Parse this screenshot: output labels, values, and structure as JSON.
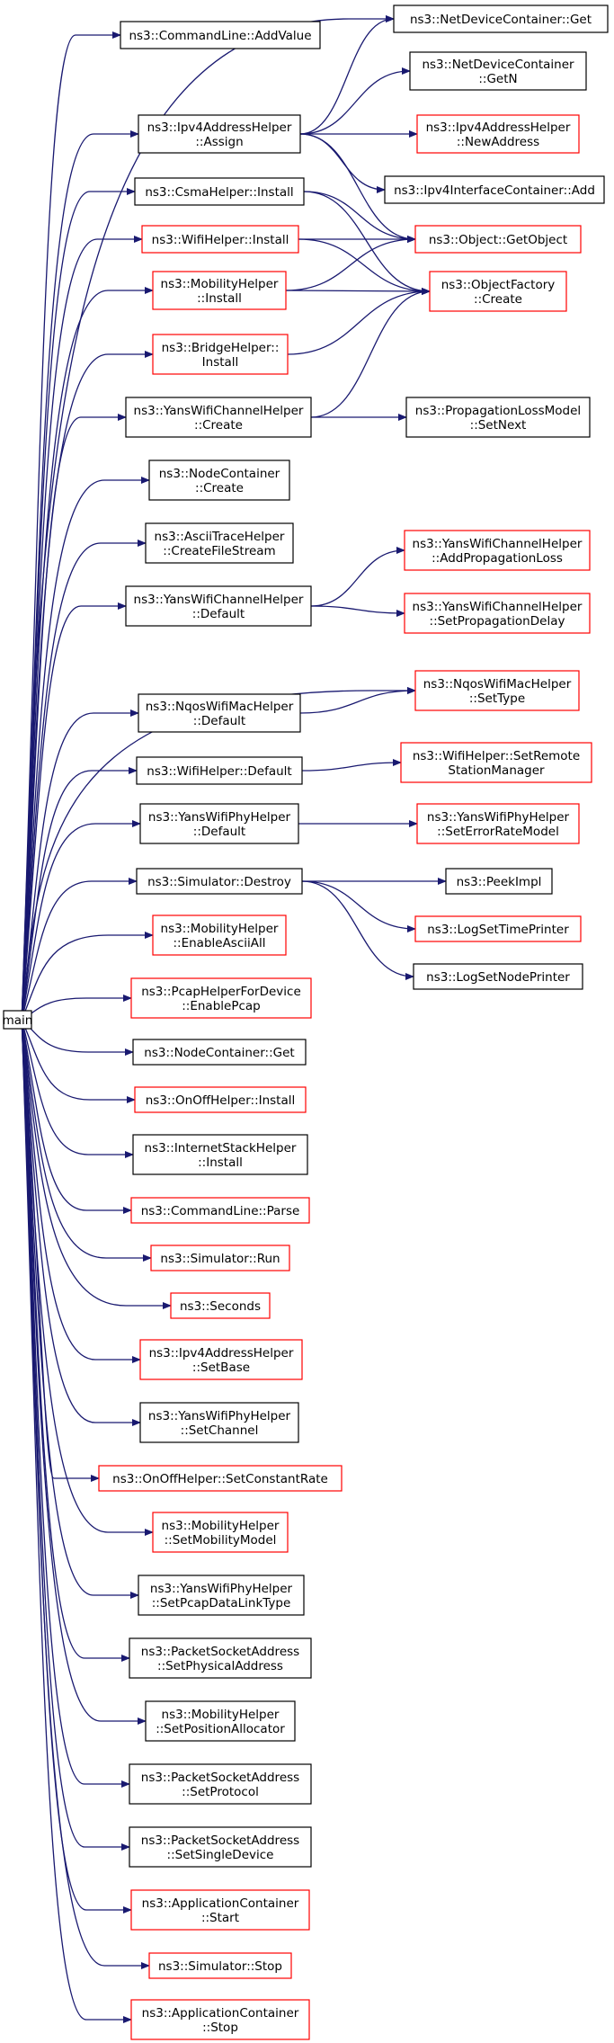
{
  "colors": {
    "edge": "#191970",
    "black_border": "#000000",
    "red_border": "#ff0000",
    "root_fill": "#bfbfbf"
  },
  "root": {
    "id": "main",
    "lines": [
      "main"
    ]
  },
  "nodes": [
    {
      "id": "cl_addvalue",
      "lines": [
        "ns3::CommandLine::AddValue"
      ],
      "border": "black"
    },
    {
      "id": "ndc_get",
      "lines": [
        "ns3::NetDeviceContainer::Get"
      ],
      "border": "black"
    },
    {
      "id": "ndc_getn",
      "lines": [
        "ns3::NetDeviceContainer",
        "::GetN"
      ],
      "border": "black"
    },
    {
      "id": "ipv4_assign",
      "lines": [
        "ns3::Ipv4AddressHelper",
        "::Assign"
      ],
      "border": "black"
    },
    {
      "id": "ipv4_newaddr",
      "lines": [
        "ns3::Ipv4AddressHelper",
        "::NewAddress"
      ],
      "border": "red"
    },
    {
      "id": "ipv4ic_add",
      "lines": [
        "ns3::Ipv4InterfaceContainer::Add"
      ],
      "border": "black"
    },
    {
      "id": "csma_install",
      "lines": [
        "ns3::CsmaHelper::Install"
      ],
      "border": "black"
    },
    {
      "id": "obj_getobject",
      "lines": [
        "ns3::Object::GetObject"
      ],
      "border": "red"
    },
    {
      "id": "wifi_install",
      "lines": [
        "ns3::WifiHelper::Install"
      ],
      "border": "red"
    },
    {
      "id": "objfactory_create",
      "lines": [
        "ns3::ObjectFactory",
        "::Create"
      ],
      "border": "red"
    },
    {
      "id": "mob_install",
      "lines": [
        "ns3::MobilityHelper",
        "::Install"
      ],
      "border": "red"
    },
    {
      "id": "bridge_install",
      "lines": [
        "ns3::BridgeHelper::",
        "Install"
      ],
      "border": "red"
    },
    {
      "id": "ywc_create",
      "lines": [
        "ns3::YansWifiChannelHelper",
        "::Create"
      ],
      "border": "black"
    },
    {
      "id": "plm_setnext",
      "lines": [
        "ns3::PropagationLossModel",
        "::SetNext"
      ],
      "border": "black"
    },
    {
      "id": "nc_create",
      "lines": [
        "ns3::NodeContainer",
        "::Create"
      ],
      "border": "black"
    },
    {
      "id": "ascii_create",
      "lines": [
        "ns3::AsciiTraceHelper",
        "::CreateFileStream"
      ],
      "border": "black"
    },
    {
      "id": "ywc_addloss",
      "lines": [
        "ns3::YansWifiChannelHelper",
        "::AddPropagationLoss"
      ],
      "border": "red"
    },
    {
      "id": "ywc_default",
      "lines": [
        "ns3::YansWifiChannelHelper",
        "::Default"
      ],
      "border": "black"
    },
    {
      "id": "ywc_setdelay",
      "lines": [
        "ns3::YansWifiChannelHelper",
        "::SetPropagationDelay"
      ],
      "border": "red"
    },
    {
      "id": "nqos_settype",
      "lines": [
        "ns3::NqosWifiMacHelper",
        "::SetType"
      ],
      "border": "red"
    },
    {
      "id": "nqos_default",
      "lines": [
        "ns3::NqosWifiMacHelper",
        "::Default"
      ],
      "border": "black"
    },
    {
      "id": "wifi_setremote",
      "lines": [
        "ns3::WifiHelper::SetRemote",
        "StationManager"
      ],
      "border": "red"
    },
    {
      "id": "wifi_default",
      "lines": [
        "ns3::WifiHelper::Default"
      ],
      "border": "black"
    },
    {
      "id": "ywp_default",
      "lines": [
        "ns3::YansWifiPhyHelper",
        "::Default"
      ],
      "border": "black"
    },
    {
      "id": "ywp_seterror",
      "lines": [
        "ns3::YansWifiPhyHelper",
        "::SetErrorRateModel"
      ],
      "border": "red"
    },
    {
      "id": "peekimpl",
      "lines": [
        "ns3::PeekImpl"
      ],
      "border": "black"
    },
    {
      "id": "sim_destroy",
      "lines": [
        "ns3::Simulator::Destroy"
      ],
      "border": "black"
    },
    {
      "id": "logtime",
      "lines": [
        "ns3::LogSetTimePrinter"
      ],
      "border": "red"
    },
    {
      "id": "lognode",
      "lines": [
        "ns3::LogSetNodePrinter"
      ],
      "border": "black"
    },
    {
      "id": "mob_ascii",
      "lines": [
        "ns3::MobilityHelper",
        "::EnableAsciiAll"
      ],
      "border": "red"
    },
    {
      "id": "pcap_enable",
      "lines": [
        "ns3::PcapHelperForDevice",
        "::EnablePcap"
      ],
      "border": "red"
    },
    {
      "id": "nc_get",
      "lines": [
        "ns3::NodeContainer::Get"
      ],
      "border": "black"
    },
    {
      "id": "onoff_install",
      "lines": [
        "ns3::OnOffHelper::Install"
      ],
      "border": "red"
    },
    {
      "id": "inet_install",
      "lines": [
        "ns3::InternetStackHelper",
        "::Install"
      ],
      "border": "black"
    },
    {
      "id": "cl_parse",
      "lines": [
        "ns3::CommandLine::Parse"
      ],
      "border": "red"
    },
    {
      "id": "sim_run",
      "lines": [
        "ns3::Simulator::Run"
      ],
      "border": "red"
    },
    {
      "id": "seconds",
      "lines": [
        "ns3::Seconds"
      ],
      "border": "red"
    },
    {
      "id": "ipv4_setbase",
      "lines": [
        "ns3::Ipv4AddressHelper",
        "::SetBase"
      ],
      "border": "red"
    },
    {
      "id": "ywp_setchannel",
      "lines": [
        "ns3::YansWifiPhyHelper",
        "::SetChannel"
      ],
      "border": "black"
    },
    {
      "id": "onoff_setrate",
      "lines": [
        "ns3::OnOffHelper::SetConstantRate"
      ],
      "border": "red"
    },
    {
      "id": "mob_setmodel",
      "lines": [
        "ns3::MobilityHelper",
        "::SetMobilityModel"
      ],
      "border": "red"
    },
    {
      "id": "ywp_setpcap",
      "lines": [
        "ns3::YansWifiPhyHelper",
        "::SetPcapDataLinkType"
      ],
      "border": "black"
    },
    {
      "id": "psa_setphys",
      "lines": [
        "ns3::PacketSocketAddress",
        "::SetPhysicalAddress"
      ],
      "border": "black"
    },
    {
      "id": "mob_setpos",
      "lines": [
        "ns3::MobilityHelper",
        "::SetPositionAllocator"
      ],
      "border": "black"
    },
    {
      "id": "psa_setproto",
      "lines": [
        "ns3::PacketSocketAddress",
        "::SetProtocol"
      ],
      "border": "black"
    },
    {
      "id": "psa_setsingle",
      "lines": [
        "ns3::PacketSocketAddress",
        "::SetSingleDevice"
      ],
      "border": "black"
    },
    {
      "id": "app_start",
      "lines": [
        "ns3::ApplicationContainer",
        "::Start"
      ],
      "border": "red"
    },
    {
      "id": "sim_stop",
      "lines": [
        "ns3::Simulator::Stop"
      ],
      "border": "red"
    },
    {
      "id": "app_stop",
      "lines": [
        "ns3::ApplicationContainer",
        "::Stop"
      ],
      "border": "red"
    }
  ],
  "edges": [
    [
      "main",
      "cl_addvalue"
    ],
    [
      "main",
      "ndc_get"
    ],
    [
      "main",
      "ipv4_assign"
    ],
    [
      "main",
      "csma_install"
    ],
    [
      "main",
      "wifi_install"
    ],
    [
      "main",
      "mob_install"
    ],
    [
      "main",
      "bridge_install"
    ],
    [
      "main",
      "ywc_create"
    ],
    [
      "main",
      "nc_create"
    ],
    [
      "main",
      "ascii_create"
    ],
    [
      "main",
      "ywc_default"
    ],
    [
      "main",
      "nqos_settype"
    ],
    [
      "main",
      "nqos_default"
    ],
    [
      "main",
      "wifi_default"
    ],
    [
      "main",
      "ywp_default"
    ],
    [
      "main",
      "sim_destroy"
    ],
    [
      "main",
      "mob_ascii"
    ],
    [
      "main",
      "pcap_enable"
    ],
    [
      "main",
      "nc_get"
    ],
    [
      "main",
      "onoff_install"
    ],
    [
      "main",
      "inet_install"
    ],
    [
      "main",
      "cl_parse"
    ],
    [
      "main",
      "sim_run"
    ],
    [
      "main",
      "seconds"
    ],
    [
      "main",
      "ipv4_setbase"
    ],
    [
      "main",
      "ywp_setchannel"
    ],
    [
      "main",
      "onoff_setrate"
    ],
    [
      "main",
      "mob_setmodel"
    ],
    [
      "main",
      "ywp_setpcap"
    ],
    [
      "main",
      "psa_setphys"
    ],
    [
      "main",
      "mob_setpos"
    ],
    [
      "main",
      "psa_setproto"
    ],
    [
      "main",
      "psa_setsingle"
    ],
    [
      "main",
      "app_start"
    ],
    [
      "main",
      "sim_stop"
    ],
    [
      "main",
      "app_stop"
    ],
    [
      "ipv4_assign",
      "ndc_get"
    ],
    [
      "ipv4_assign",
      "ndc_getn"
    ],
    [
      "ipv4_assign",
      "ipv4_newaddr"
    ],
    [
      "ipv4_assign",
      "ipv4ic_add"
    ],
    [
      "ipv4_assign",
      "obj_getobject"
    ],
    [
      "csma_install",
      "obj_getobject"
    ],
    [
      "csma_install",
      "objfactory_create"
    ],
    [
      "wifi_install",
      "obj_getobject"
    ],
    [
      "wifi_install",
      "objfactory_create"
    ],
    [
      "mob_install",
      "obj_getobject"
    ],
    [
      "mob_install",
      "objfactory_create"
    ],
    [
      "bridge_install",
      "objfactory_create"
    ],
    [
      "ywc_create",
      "objfactory_create"
    ],
    [
      "ywc_create",
      "plm_setnext"
    ],
    [
      "ywc_default",
      "ywc_addloss"
    ],
    [
      "ywc_default",
      "ywc_setdelay"
    ],
    [
      "nqos_default",
      "nqos_settype"
    ],
    [
      "wifi_default",
      "wifi_setremote"
    ],
    [
      "ywp_default",
      "ywp_seterror"
    ],
    [
      "sim_destroy",
      "peekimpl"
    ],
    [
      "sim_destroy",
      "logtime"
    ],
    [
      "sim_destroy",
      "lognode"
    ]
  ]
}
